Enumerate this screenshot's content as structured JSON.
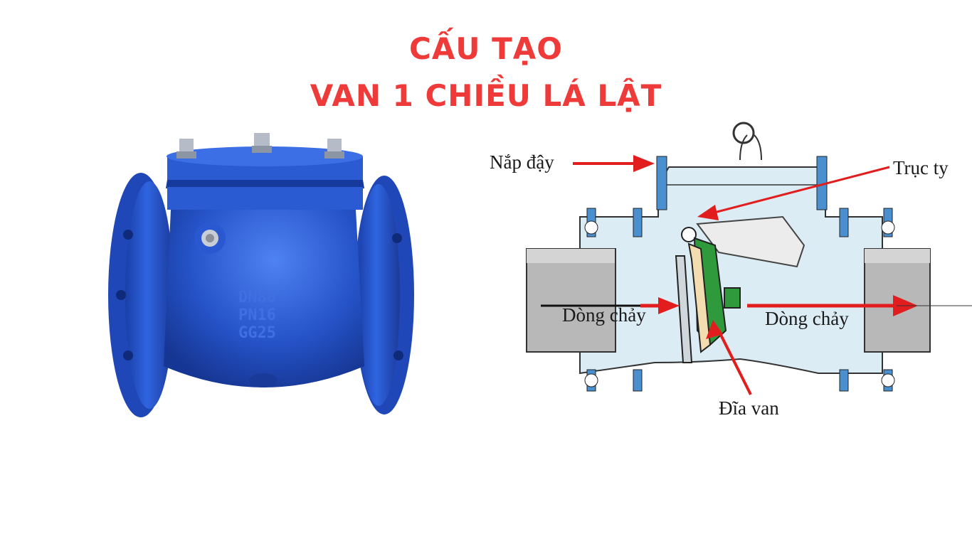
{
  "title": {
    "line1": "CẤU TẠO",
    "line2": "VAN 1 CHIỀU LÁ LẬT"
  },
  "photo": {
    "body_markings": [
      "DN80",
      "PN16",
      "GG25"
    ]
  },
  "diagram": {
    "labels": {
      "cover": "Nắp đậy",
      "shaft": "Trục ty",
      "flow_in": "Dòng chảy",
      "flow_out": "Dòng chảy",
      "disc": "Đĩa van"
    }
  },
  "colors": {
    "title": "#ef3a3a",
    "valve_blue": "#2453c8",
    "arrow_red": "#e21d1d",
    "body_fill": "#dbecf4",
    "pipe_gray": "#b8b8b8",
    "disc_green": "#2f9a3c",
    "disc_face": "#f2dcb0",
    "bolt_blue": "#4a8fd0"
  }
}
